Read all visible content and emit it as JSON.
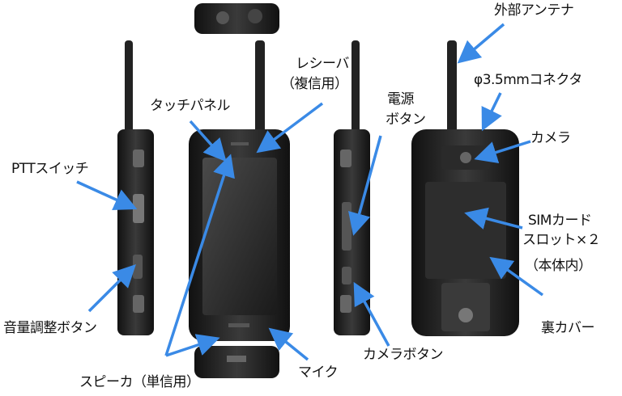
{
  "labels": {
    "external_antenna": "外部アンテナ",
    "connector": "φ3.5mmコネクタ",
    "camera": "カメラ",
    "sim_line1": "SIMカード",
    "sim_line2": "スロット×２",
    "sim_line3": "（本体内）",
    "back_cover": "裏カバー",
    "camera_button": "カメラボタン",
    "mic": "マイク",
    "speaker": "スピーカ（単信用）",
    "volume": "音量調整ボタン",
    "ptt": "PTTスイッチ",
    "touch_panel": "タッチパネル",
    "receiver_line1": "レシーバ",
    "receiver_line2": "（複信用）",
    "power_line1": "電源",
    "power_line2": "ボタン"
  },
  "colors": {
    "arrow": "#3a8ae6",
    "body": "#1c1c1c"
  }
}
